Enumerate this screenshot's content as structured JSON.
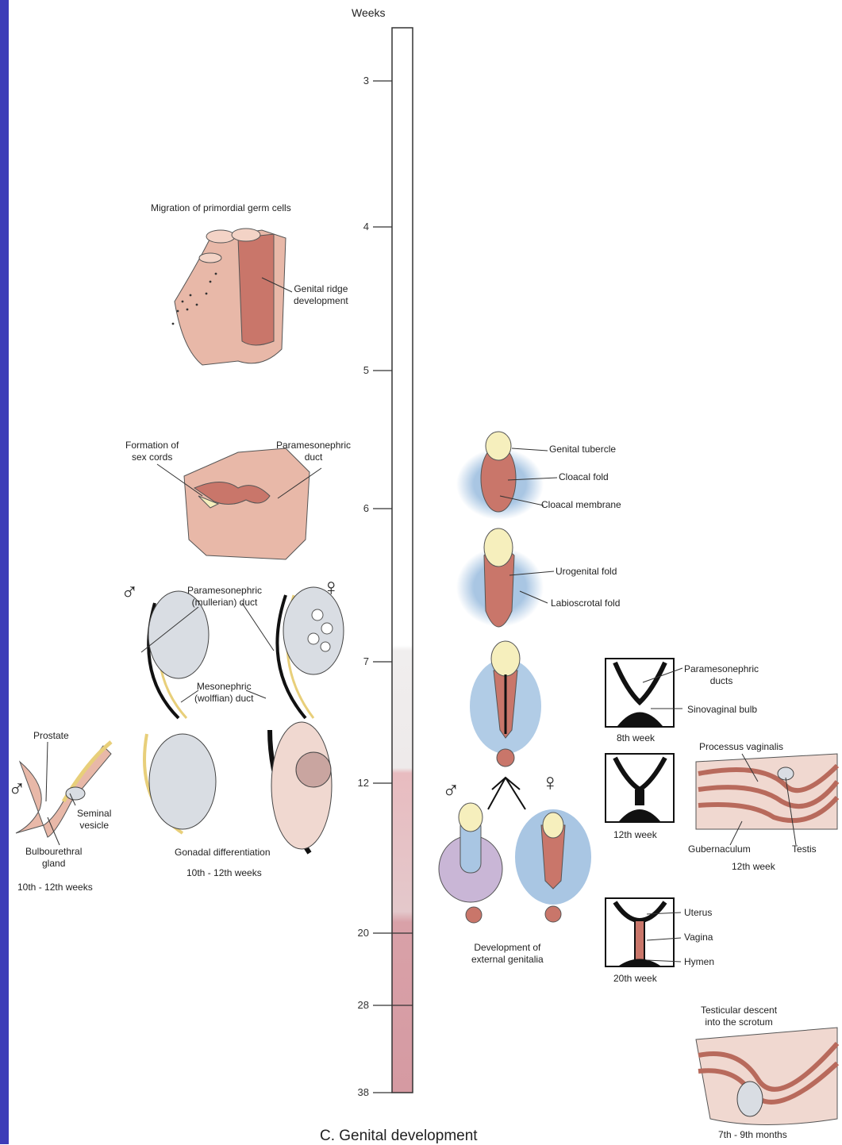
{
  "axis": {
    "title": "Weeks",
    "ticks": [
      "3",
      "4",
      "5",
      "6",
      "7",
      "12",
      "20",
      "28",
      "38"
    ]
  },
  "labels": {
    "migration": "Migration of primordial germ cells",
    "genital_ridge": "Genital ridge\ndevelopment",
    "sex_cords": "Formation of\nsex cords",
    "parameso_duct_top": "Paramesonephric\nduct",
    "parameso_mullerian": "Paramesonephric\n(mullerian) duct",
    "mesonephric": "Mesonephric\n(wolffian) duct",
    "prostate": "Prostate",
    "seminal": "Seminal\nvesicle",
    "bulbourethral": "Bulbourethral\ngland",
    "weeks_10_12_left": "10th - 12th weeks",
    "gonadal": "Gonadal differentiation",
    "weeks_10_12_mid": "10th - 12th weeks",
    "genital_tubercle": "Genital tubercle",
    "cloacal_fold": "Cloacal fold",
    "cloacal_membrane": "Cloacal membrane",
    "urogenital_fold": "Urogenital fold",
    "labioscrotal": "Labioscrotal fold",
    "parameso_ducts": "Paramesonephric\nducts",
    "sinovaginal": "Sinovaginal bulb",
    "week8": "8th week",
    "processus": "Processus vaginalis",
    "week12": "12th week",
    "gubernaculum": "Gubernaculum",
    "testis": "Testis",
    "week12b": "12th week",
    "uterus": "Uterus",
    "vagina": "Vagina",
    "hymen": "Hymen",
    "week20": "20th week",
    "dev_external": "Development of\nexternal genitalia",
    "testicular_descent": "Testicular descent\ninto the scrotum",
    "months": "7th - 9th months"
  },
  "symbols": {
    "male": "♂",
    "female": "♀"
  },
  "caption": "C. Genital development",
  "colors": {
    "sidebar": "#3c3cb8",
    "tissue": "#e8b8a8",
    "tissue_dark": "#b86a5c",
    "blue": "#a9c6e3",
    "cream": "#f6efbd",
    "purple": "#c9b6d6",
    "bar_pink": "#d7a0a6"
  }
}
